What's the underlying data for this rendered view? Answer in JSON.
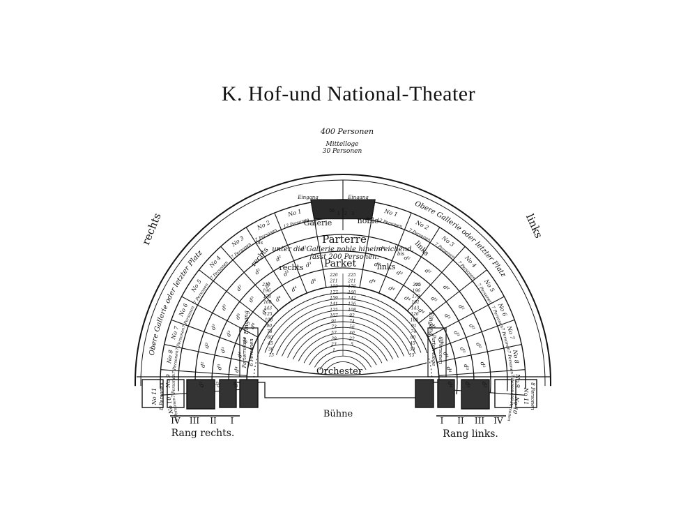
{
  "title": "K. Hof-und National-Theater",
  "top_capacity": "400 Personen",
  "mittelloge": [
    "Mittelloge",
    "30 Personen"
  ],
  "side_left": "rechts",
  "side_right": "links",
  "obere_galerie": "Obere Gallerie oder letzter Platz",
  "galerie_noble": [
    "Galerie",
    "noble"
  ],
  "eingang": "Eingang",
  "parterre": {
    "title": "Parterre",
    "line1": "unter die Gallerie noble hineinreichend,",
    "line2": "fasst 200 Personen.",
    "left": "rechts",
    "right": "links",
    "bis": "bis"
  },
  "parket": {
    "title": "Parket",
    "left": "rechts",
    "right": "links",
    "center_left": [
      "226",
      "211",
      "193",
      "177",
      "159",
      "141",
      "125",
      "107",
      "91",
      "73",
      "57",
      "39",
      "23",
      "1"
    ],
    "center_right": [
      "225",
      "211",
      "176",
      "160",
      "142",
      "126",
      "108",
      "92",
      "74",
      "56",
      "40",
      "22",
      "5"
    ],
    "row_left": [
      "210",
      "196",
      "178",
      "160",
      "143",
      "125",
      "108",
      "90",
      "78",
      "60",
      "45",
      "30",
      "15"
    ],
    "row_right": [
      "212",
      "196",
      "179",
      "161",
      "143",
      "126",
      "109",
      "91",
      "74",
      "60",
      "45",
      "30",
      "15"
    ]
  },
  "parterre_loge": [
    "Parterreloge",
    "6 Personen"
  ],
  "orchester": "Orchester",
  "buehne": "Bühne",
  "left_boxes": [
    {
      "no": "No 1",
      "cap": "12 Personen"
    },
    {
      "no": "No 2",
      "cap": "7 Personen"
    },
    {
      "no": "No 3",
      "cap": "7 Personen"
    },
    {
      "no": "No 4",
      "cap": "7 Personen"
    },
    {
      "no": "No 5",
      "cap": "7 Personen"
    },
    {
      "no": "No 6",
      "cap": "7 Personen"
    },
    {
      "no": "No 7",
      "cap": "7 Personen"
    },
    {
      "no": "No 8",
      "cap": "7 Personen"
    },
    {
      "no": "No 9",
      "cap": "7 Personen"
    },
    {
      "no": "No 10",
      "cap": "9 Personen"
    }
  ],
  "right_boxes": [
    {
      "no": "No 1",
      "cap": "12 Personen"
    },
    {
      "no": "No 2",
      "cap": "7 Personen"
    },
    {
      "no": "No 3",
      "cap": "7 Personen"
    },
    {
      "no": "No 4",
      "cap": "7 Personen"
    },
    {
      "no": "No 5",
      "cap": "7 Personen"
    },
    {
      "no": "No 6",
      "cap": "7 Personen"
    },
    {
      "no": "No 7",
      "cap": "7 Personen"
    },
    {
      "no": "No 8",
      "cap": "7 Personen"
    },
    {
      "no": "No 9",
      "cap": "7 Personen"
    },
    {
      "no": "No 10",
      "cap": "9 Personen"
    }
  ],
  "box11": {
    "no": "No 11",
    "cap": "8 Personen"
  },
  "seat_marks": [
    "d",
    "d²",
    "d³",
    "d⁴"
  ],
  "rang_left": {
    "numerals": [
      "IV",
      "III",
      "II",
      "I"
    ],
    "label": "Rang rechts."
  },
  "rang_right": {
    "numerals": [
      "I",
      "II",
      "III",
      "IV"
    ],
    "label": "Rang links."
  },
  "lodge_numbers": [
    "50",
    "1",
    "2",
    "3"
  ]
}
